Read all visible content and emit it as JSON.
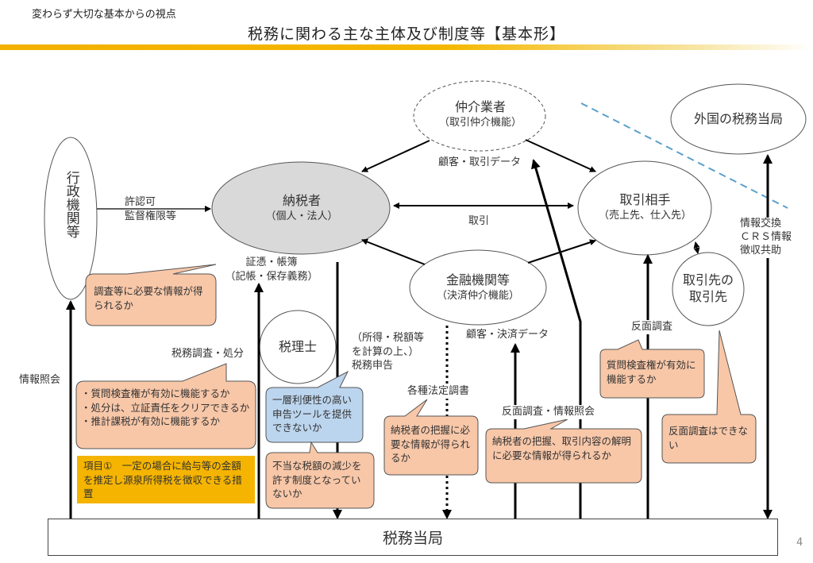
{
  "header": {
    "subtitle": "変わらず大切な基本からの視点",
    "title": "税務に関わる主な主体及び制度等【基本形】",
    "accent_color": "#f5b400"
  },
  "nodes": {
    "admin": "行政機関等",
    "taxpayer_main": "納税者",
    "taxpayer_sub": "（個人・法人）",
    "broker_main": "仲介業者",
    "broker_sub": "（取引仲介機能）",
    "counterparty_main": "取引相手",
    "counterparty_sub": "（売上先、仕入先）",
    "foreign_tax": "外国の税務当局",
    "financial_main": "金融機関等",
    "financial_sub": "（決済仲介機能）",
    "tax_accountant": "税理士",
    "cp_of_cp_line1": "取引先の",
    "cp_of_cp_line2": "取引先",
    "tax_authority": "税務当局"
  },
  "labels": {
    "approval_1": "許認可",
    "approval_2": "監督権限等",
    "records_1": "証憑・帳簿",
    "records_2": "（記帳・保存義務）",
    "trade": "取引",
    "customer_trade_data": "顧客・取引データ",
    "info_inquiry": "情報照会",
    "tax_audit": "税務調査・処分",
    "filing_1": "（所得・税額等",
    "filing_2": "を計算の上、）",
    "filing_3": "税務申告",
    "customer_settlement_data": "顧客・決済データ",
    "statutory_reports": "各種法定調書",
    "counter_audit_inquiry": "反面調査・情報照会",
    "counter_audit": "反面調査",
    "exchange_1": "情報交換",
    "exchange_2": "ＣＲＳ情報",
    "exchange_3": "徴収共助"
  },
  "callouts": {
    "info_obtainable": "調査等に必要な情報が得られるか",
    "audit_points": [
      "・質問検査権が有効に機能するか",
      "・処分は、立証責任をクリアできるか",
      "・推計課税が有効に機能するか"
    ],
    "item1": "項目①　一定の場合に給与等の金額を推定し源泉所得税を徴収できる措置",
    "filing_tool": "一層利便性の高い申告ツールを提供できないか",
    "improper_reduction": "不当な税額の減少を許す制度となっていないか",
    "taxpayer_grasp": "納税者の把握に必要な情報が得られるか",
    "transaction_clarify": "納税者の把握、取引内容の解明に必要な情報が得られるか",
    "inquiry_power": "質問検査権が有効に機能するか",
    "no_counter_audit": "反面調査はできない"
  },
  "page_number": "4"
}
